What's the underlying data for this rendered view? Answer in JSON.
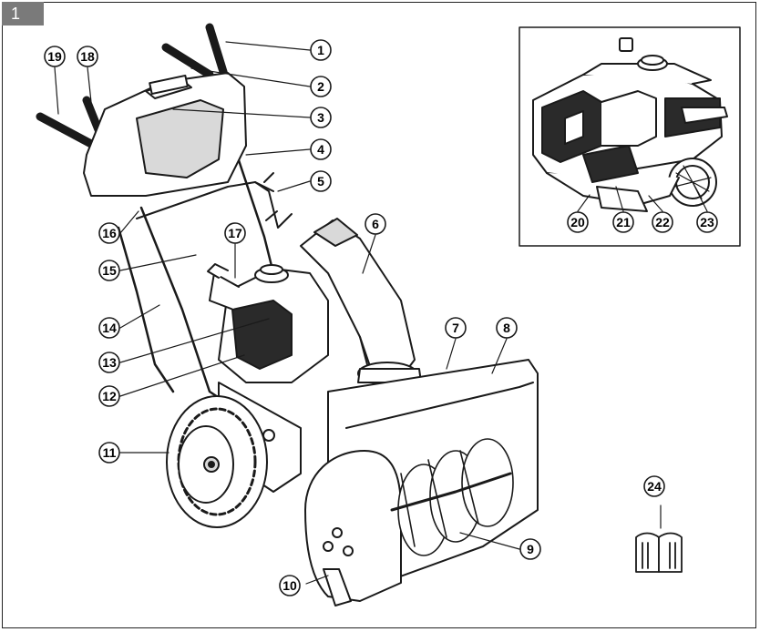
{
  "figure": {
    "number": "1"
  },
  "colors": {
    "outline": "#1a1a1a",
    "fill_light": "#ffffff",
    "fill_mid": "#d9d9d9",
    "fill_dark": "#8a8a8a",
    "tab": "#7a7a7a"
  },
  "callouts": [
    {
      "id": "c1",
      "label": "1"
    },
    {
      "id": "c2",
      "label": "2"
    },
    {
      "id": "c3",
      "label": "3"
    },
    {
      "id": "c4",
      "label": "4"
    },
    {
      "id": "c5",
      "label": "5"
    },
    {
      "id": "c6",
      "label": "6"
    },
    {
      "id": "c7",
      "label": "7"
    },
    {
      "id": "c8",
      "label": "8"
    },
    {
      "id": "c9",
      "label": "9"
    },
    {
      "id": "c10",
      "label": "10"
    },
    {
      "id": "c11",
      "label": "11"
    },
    {
      "id": "c12",
      "label": "12"
    },
    {
      "id": "c13",
      "label": "13"
    },
    {
      "id": "c14",
      "label": "14"
    },
    {
      "id": "c15",
      "label": "15"
    },
    {
      "id": "c16",
      "label": "16"
    },
    {
      "id": "c17",
      "label": "17"
    },
    {
      "id": "c18",
      "label": "18"
    },
    {
      "id": "c19",
      "label": "19"
    },
    {
      "id": "c20",
      "label": "20"
    },
    {
      "id": "c21",
      "label": "21"
    },
    {
      "id": "c22",
      "label": "22"
    },
    {
      "id": "c23",
      "label": "23"
    },
    {
      "id": "c24",
      "label": "24"
    }
  ]
}
